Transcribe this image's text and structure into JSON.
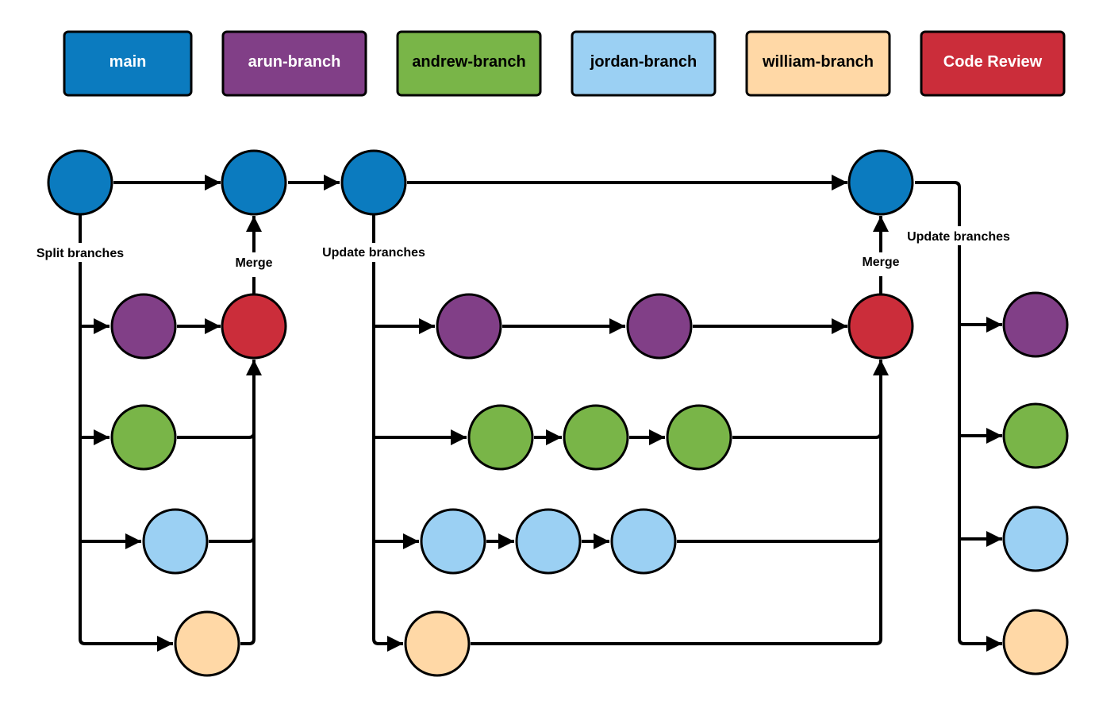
{
  "colors": {
    "main": "#0b7bbf",
    "arun": "#813f87",
    "andrew": "#79b548",
    "jordan": "#9bd0f3",
    "william": "#ffd8a6",
    "review": "#cb2d3a",
    "line": "#000000"
  },
  "legend": [
    {
      "label": "main",
      "color": "#0b7bbf",
      "text_color": "#ffffff"
    },
    {
      "label": "arun-branch",
      "color": "#813f87",
      "text_color": "#ffffff"
    },
    {
      "label": "andrew-branch",
      "color": "#79b548",
      "text_color": "#000000"
    },
    {
      "label": "jordan-branch",
      "color": "#9bd0f3",
      "text_color": "#000000"
    },
    {
      "label": "william-branch",
      "color": "#ffd8a6",
      "text_color": "#000000"
    },
    {
      "label": "Code Review",
      "color": "#cb2d3a",
      "text_color": "#ffffff"
    }
  ],
  "captions": {
    "split": "Split branches",
    "merge1": "Merge",
    "update1": "Update branches",
    "merge2": "Merge",
    "update2": "Update branches"
  }
}
